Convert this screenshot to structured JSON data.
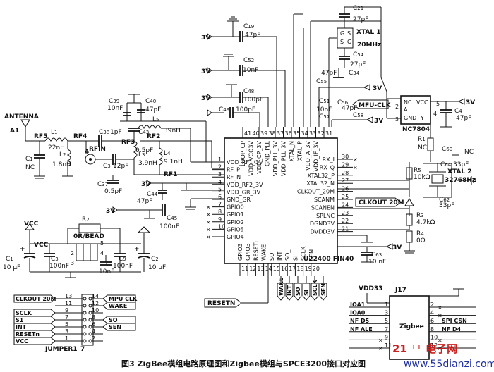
{
  "caption": "图3  ZigBee模组电路原理图和Zigbee模组与SPCE3200接口对应图",
  "watermark": {
    "url": "www.55dianzi.com",
    "logo": "21 ⁺⁺ 电子网"
  },
  "antenna": {
    "name": "ANTENNA",
    "ref": "A1"
  },
  "main_ic": {
    "name": "U22400 FIN40",
    "left_pins": [
      {
        "num": "1",
        "name": "VDD_RF1_3V"
      },
      {
        "num": "2",
        "name": "RF_P"
      },
      {
        "num": "3",
        "name": "RF_N"
      },
      {
        "num": "4",
        "name": "VDD_RF2_3V"
      },
      {
        "num": "5",
        "name": "VDD_GR_3V"
      },
      {
        "num": "6",
        "name": "GND_GR"
      },
      {
        "num": "7",
        "name": "GPIO0"
      },
      {
        "num": "8",
        "name": "GPIO1"
      },
      {
        "num": "9",
        "name": "GPIO2"
      },
      {
        "num": "10",
        "name": "GPIO5"
      },
      {
        "num": "",
        "name": "GPIO4"
      }
    ],
    "right_pins": [
      {
        "num": "30",
        "name": "RX_I"
      },
      {
        "num": "29",
        "name": "RX_Q"
      },
      {
        "num": "28",
        "name": "XTAL32_P"
      },
      {
        "num": "27",
        "name": "XTAL32_N"
      },
      {
        "num": "26",
        "name": "CLKOUT_20M"
      },
      {
        "num": "25",
        "name": "SCANM"
      },
      {
        "num": "24",
        "name": "SCANEN"
      },
      {
        "num": "23",
        "name": "SPLNC"
      },
      {
        "num": "22",
        "name": "DGND3V"
      },
      {
        "num": "21",
        "name": "DVDD3V"
      }
    ],
    "top_pins": [
      {
        "num": "41",
        "name": "LOOP_CP"
      },
      {
        "num": "40",
        "name": "VDD_VCO3V"
      },
      {
        "num": "39",
        "name": "VDD_CP_3V"
      },
      {
        "num": "38",
        "name": "GND_PLL"
      },
      {
        "num": "37",
        "name": "VDD_PLL_3V"
      },
      {
        "num": "36",
        "name": "VDD_PLL_3V"
      },
      {
        "num": "35",
        "name": "XTAL_N"
      },
      {
        "num": "34",
        "name": "XTAL_P"
      },
      {
        "num": "33",
        "name": "VDD_A_3V"
      },
      {
        "num": "32",
        "name": "VDD_IF_3V"
      },
      {
        "num": "31",
        "name": ""
      }
    ],
    "bottom_pins": [
      {
        "num": "11",
        "name": "GPIO3"
      },
      {
        "num": "12",
        "name": "GPIO3"
      },
      {
        "num": "13",
        "name": "RESETn"
      },
      {
        "num": "14",
        "name": "WAKE"
      },
      {
        "num": "15",
        "name": "SO"
      },
      {
        "num": "16",
        "name": "INT"
      },
      {
        "num": "17",
        "name": "SO_"
      },
      {
        "num": "18",
        "name": "SI"
      },
      {
        "num": "19",
        "name": "SCLK"
      },
      {
        "num": "20",
        "name": "SEN"
      }
    ]
  },
  "regulator": {
    "name": "NC7804",
    "pins": [
      "NC",
      "VCC",
      "A",
      "GND",
      "Y"
    ],
    "nums": [
      "5",
      "4",
      "2",
      "3"
    ]
  },
  "xtal1": {
    "name": "XTAL 1",
    "freq": "20MHz"
  },
  "xtal2": {
    "name": "XTAL 2",
    "freq": "32768Hz"
  },
  "components": {
    "C21": "27pF",
    "C54": "27pF",
    "C19": "47pF",
    "C52": "10nF",
    "C48": "100pF",
    "C49": "100pF",
    "C34": "47pF",
    "C55": "",
    "C51": "10nF",
    "C56": "47pF",
    "C58": "",
    "C39": "10nF",
    "C40": "47pF",
    "C38": "1pF",
    "C43": "0.5pF",
    "C3": "12pF",
    "C37": "0.5pF",
    "C44": "47pF",
    "C45": "100nF",
    "C1": "NC",
    "C60": "NC",
    "C4": "47pF",
    "C63": "10 nF",
    "C64": "33pF",
    "C62": "33pF",
    "L1": "22nH",
    "L2": "1.8nH",
    "L3": "3.9nH",
    "L4": "9.1nH",
    "L5": "39nH",
    "R1": "NC",
    "R5": "10kΩ",
    "R3": "4.7kΩ",
    "R4": "0Ω",
    "R2": "0R/BEAD",
    "C1_power": "10 μF",
    "C3_power": "100nF",
    "C9": "100nF",
    "C10": "10nF",
    "C2": "10 μF"
  },
  "rf_labels": [
    "RF5",
    "RF4",
    "RF3",
    "RF2",
    "RF1",
    "RFIN"
  ],
  "power_labels": {
    "v3": "3V",
    "vcc": "VCC",
    "vdd33": "VDD33"
  },
  "nets": {
    "mfu_clk": "MFU-CLK",
    "clkout": "CLKOUT 20M",
    "resetn": "RESETN"
  },
  "bottom_signal_tags": [
    "WAKE",
    "INT",
    "SO",
    "SI",
    "SCLK",
    "SEN"
  ],
  "jumper": {
    "name": "JUMPER1_7",
    "left": [
      {
        "label": "CLKOUT 20M",
        "pin": "13"
      },
      {
        "label": "",
        "pin": "11"
      },
      {
        "label": "SCLK",
        "pin": "9"
      },
      {
        "label": "S1",
        "pin": "7"
      },
      {
        "label": "INT",
        "pin": "5"
      },
      {
        "label": "RESETn",
        "pin": "3"
      },
      {
        "label": "VCC",
        "pin": "1"
      }
    ],
    "right": [
      {
        "label": "MPU CLK",
        "pin": "14"
      },
      {
        "label": "WAKE",
        "pin": "12"
      },
      {
        "label": "",
        "pin": "10"
      },
      {
        "label": "SO",
        "pin": "8"
      },
      {
        "label": "SEN",
        "pin": "6"
      },
      {
        "label": "",
        "pin": "4"
      },
      {
        "label": "",
        "pin": "2"
      }
    ]
  },
  "j17": {
    "name": "J17",
    "title": "Zigbee",
    "left": [
      {
        "label": "IOA1",
        "pin": "1"
      },
      {
        "label": "IOA0",
        "pin": "3"
      },
      {
        "label": "NF D5",
        "pin": "5"
      },
      {
        "label": "NF ALE",
        "pin": "7"
      },
      {
        "label": "",
        "pin": "9"
      },
      {
        "label": "",
        "pin": "11"
      }
    ],
    "right": [
      {
        "label": "",
        "pin": "2"
      },
      {
        "label": "",
        "pin": "4"
      },
      {
        "label": "SPI CSN",
        "pin": "6"
      },
      {
        "label": "NF D4",
        "pin": "8"
      },
      {
        "label": "",
        "pin": "10"
      },
      {
        "label": "",
        "pin": "12"
      }
    ]
  }
}
